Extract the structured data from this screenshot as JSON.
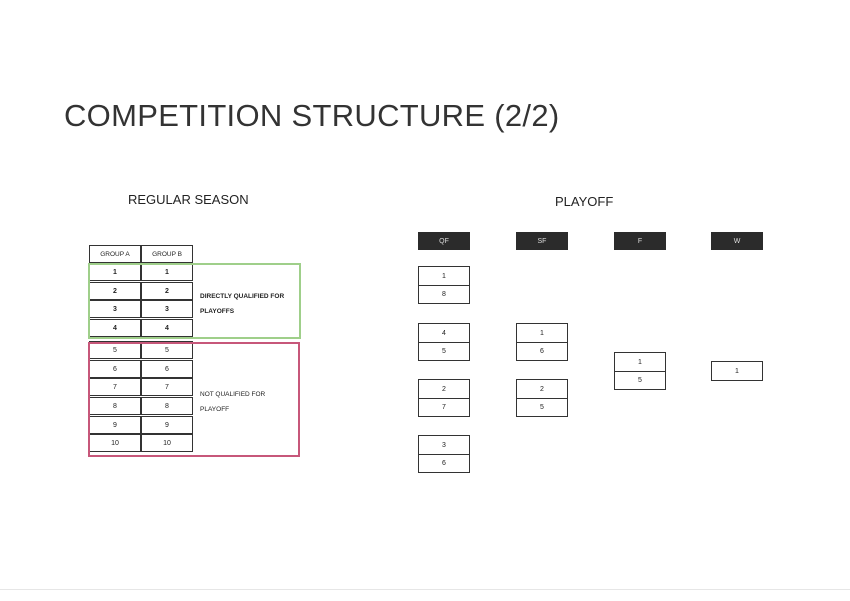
{
  "page": {
    "title": "COMPETITION STRUCTURE (2/2)"
  },
  "regular_season": {
    "title": "REGULAR SEASON",
    "headers": [
      "GROUP A",
      "GROUP B"
    ],
    "rows": [
      [
        "1",
        "1"
      ],
      [
        "2",
        "2"
      ],
      [
        "3",
        "3"
      ],
      [
        "4",
        "4"
      ],
      [
        "5",
        "5"
      ],
      [
        "6",
        "6"
      ],
      [
        "7",
        "7"
      ],
      [
        "8",
        "8"
      ],
      [
        "9",
        "9"
      ],
      [
        "10",
        "10"
      ]
    ],
    "qualified_note": [
      "DIRECTLY QUALIFIED FOR",
      "PLAYOFFS"
    ],
    "not_qualified_note": [
      "NOT QUALIFIED FOR",
      "PLAYOFF"
    ],
    "colors": {
      "qualified": "#9fcf8a",
      "not_qualified": "#c7577a"
    }
  },
  "playoff": {
    "title": "PLAYOFF",
    "stages": [
      "QF",
      "SF",
      "F",
      "W"
    ],
    "quarterfinals": [
      [
        "1",
        "8"
      ],
      [
        "4",
        "5"
      ],
      [
        "2",
        "7"
      ],
      [
        "3",
        "6"
      ]
    ],
    "semifinals": [
      [
        "1",
        "6"
      ],
      [
        "2",
        "5"
      ]
    ],
    "final": [
      "1",
      "5"
    ],
    "winner": "1"
  }
}
